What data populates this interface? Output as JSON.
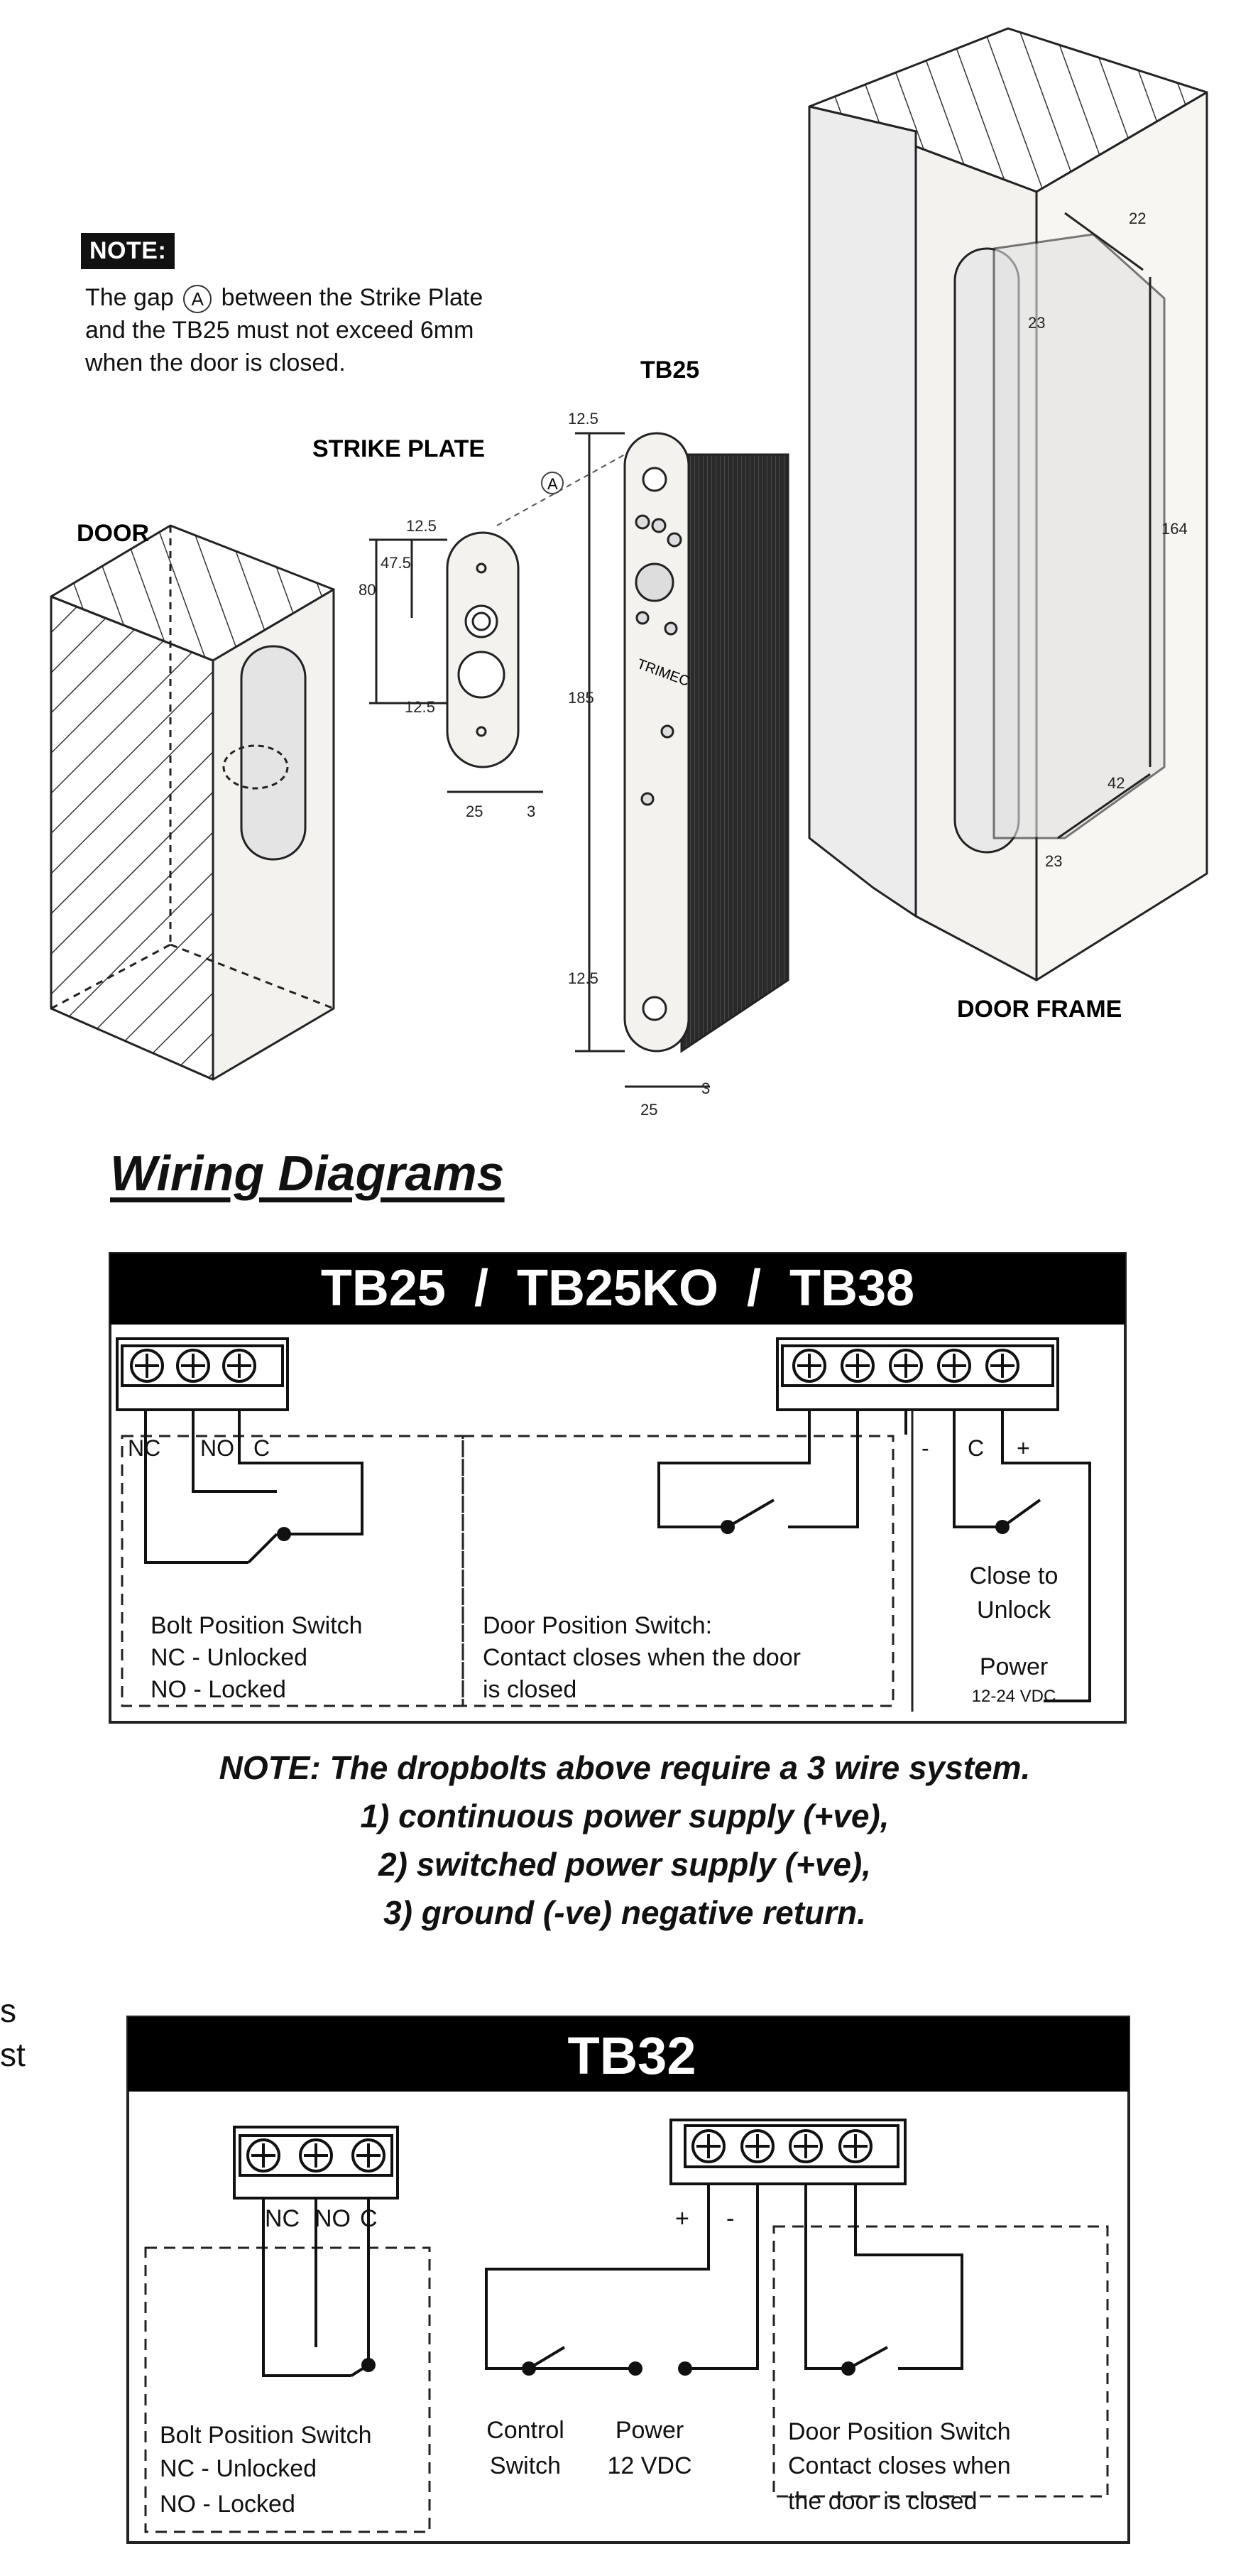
{
  "note": {
    "tag": "NOTE:",
    "line1_pre": "The gap",
    "circle_letter": "A",
    "line1_post": "between the Strike Plate",
    "line2": "and the TB25 must not exceed 6mm",
    "line3": "when the door is closed."
  },
  "labels": {
    "door": "DOOR",
    "strike_plate": "STRIKE PLATE",
    "tb25": "TB25",
    "door_frame": "DOOR FRAME",
    "gap_marker": "A",
    "brand": "TRIMEC"
  },
  "dimensions": {
    "strike_top": "12.5",
    "strike_mid": "47.5",
    "strike_height": "80",
    "strike_bottom": "12.5",
    "strike_width": "25",
    "strike_depth": "3",
    "tb25_top": "12.5",
    "tb25_height": "185",
    "tb25_bottom": "12.5",
    "tb25_width": "25",
    "tb25_depth": "3",
    "frame_width": "22",
    "frame_top": "23",
    "frame_height": "164",
    "frame_depth": "42",
    "frame_bottom": "23"
  },
  "section_title": "Wiring Diagrams",
  "diagram1": {
    "title": "TB25  /  TB25KO  /  TB38",
    "term_nc": "NC",
    "term_no": "NO",
    "term_c": "C",
    "pwr_minus": "-",
    "pwr_c": "C",
    "pwr_plus": "+",
    "bolt_title": "Bolt Position Switch",
    "bolt_nc": "NC - Unlocked",
    "bolt_no": "NO - Locked",
    "door_title": "Door Position Switch:",
    "door_line2": "Contact closes when the door",
    "door_line3": "is closed",
    "close1": "Close to",
    "close2": "Unlock",
    "power": "Power",
    "power_v": "12-24 VDC"
  },
  "wiring_note": {
    "line1": "NOTE: The dropbolts above require a 3 wire system.",
    "line2": "1) continuous power supply (+ve),",
    "line3": "2) switched power supply (+ve),",
    "line4": "3) ground (-ve) negative return."
  },
  "side_fragment": {
    "line1": "s",
    "line2": "st"
  },
  "diagram2": {
    "title": "TB32",
    "term_nc": "NC",
    "term_no": "NO",
    "term_c": "C",
    "plus": "+",
    "minus": "-",
    "bolt_title": "Bolt Position Switch",
    "bolt_nc": "NC - Unlocked",
    "bolt_no": "NO - Locked",
    "control1": "Control",
    "control2": "Switch",
    "power1": "Power",
    "power2": "12 VDC",
    "door1": "Door Position Switch",
    "door2": "Contact closes when",
    "door3": "the door is closed"
  },
  "colors": {
    "line": "#222222",
    "fill_light": "#f3f2ee",
    "banner": "#000000",
    "plate": "#2a2a2a"
  }
}
